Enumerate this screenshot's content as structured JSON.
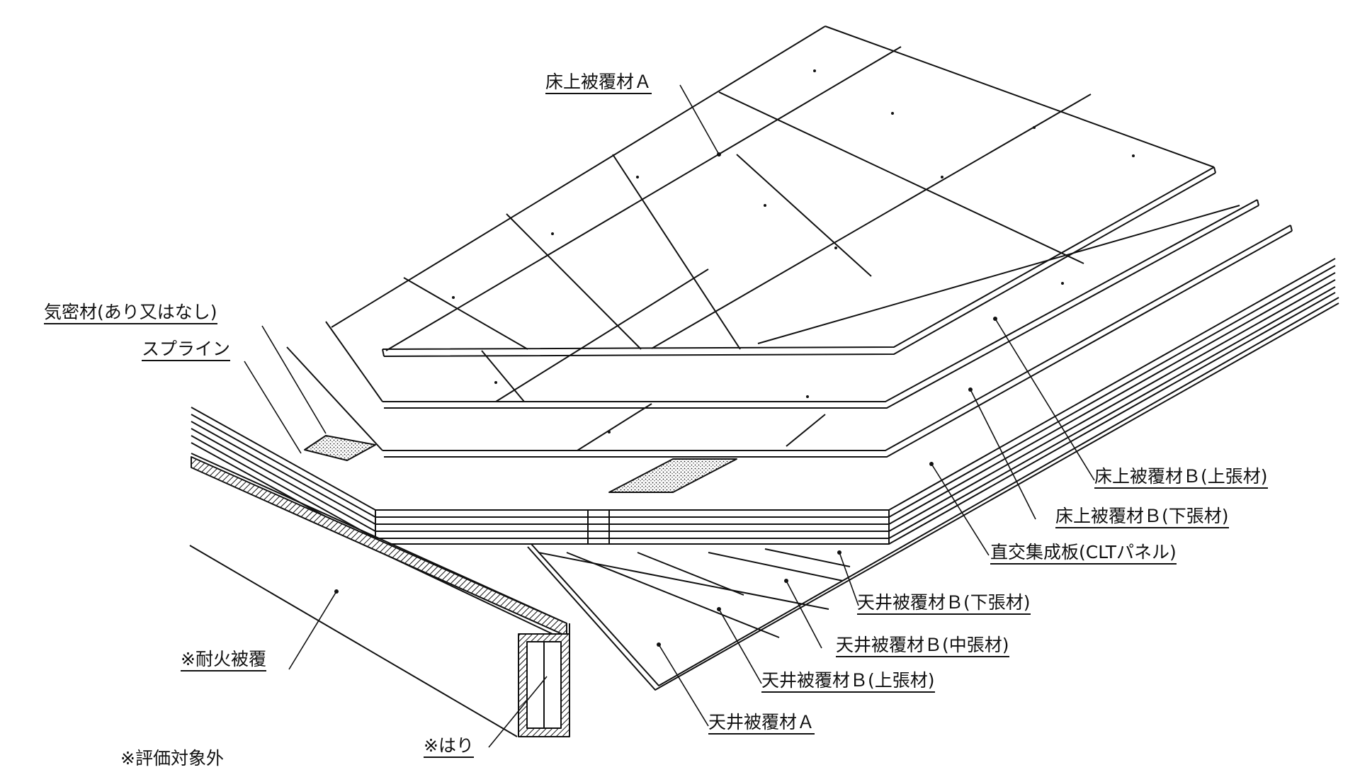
{
  "labels": {
    "floor_covering_a": "床上被覆材Ａ",
    "airtight_material": "気密材(あり又はなし)",
    "spline": "スプライン",
    "floor_covering_b_upper": "床上被覆材Ｂ(上張材)",
    "floor_covering_b_lower": "床上被覆材Ｂ(下張材)",
    "clt_panel": "直交集成板(CLTパネル)",
    "ceiling_covering_b_lower": "天井被覆材Ｂ(下張材)",
    "ceiling_covering_b_middle": "天井被覆材Ｂ(中張材)",
    "ceiling_covering_b_upper": "天井被覆材Ｂ(上張材)",
    "ceiling_covering_a": "天井被覆材Ａ",
    "fireproof_covering": "※耐火被覆",
    "beam": "※はり",
    "not_evaluated_note": "※評価対象外"
  },
  "colors": {
    "line": "#111111",
    "background": "#ffffff"
  }
}
